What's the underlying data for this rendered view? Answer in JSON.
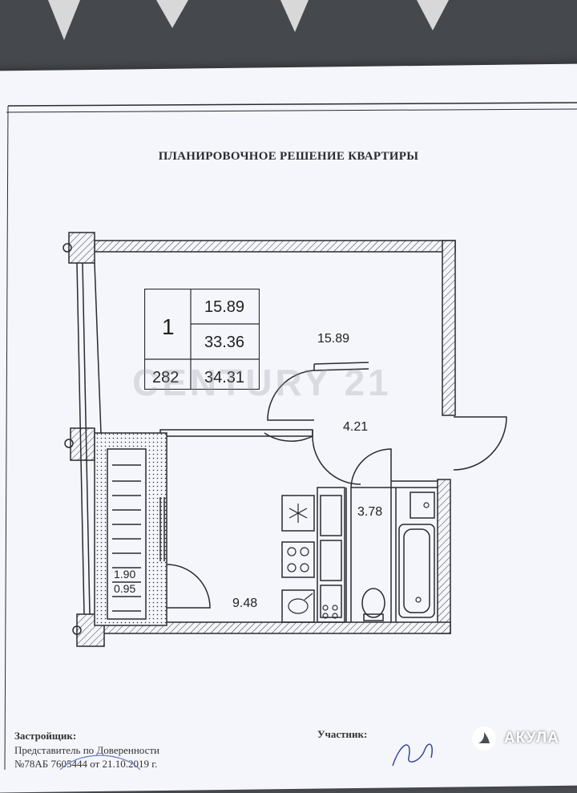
{
  "title": "ПЛАНИРОВОЧНОЕ РЕШЕНИЕ КВАРТИРЫ",
  "area_table": {
    "rooms": "1",
    "living_area": "15.89",
    "total_area": "33.36",
    "number": "282",
    "total_with_balcony": "34.31"
  },
  "rooms": {
    "living_room": "15.89",
    "hallway": "4.21",
    "bathroom": "3.78",
    "kitchen": "9.48",
    "balcony_area": "1.90",
    "balcony_coef": "0.95"
  },
  "watermark": "CENTURY 21",
  "footer": {
    "developer_label": "Застройщик:",
    "representative": "Представитель по Доверенности",
    "power_of_attorney": "№78АБ 7605444 от 21.10.2019 г.",
    "participant_label": "Участник:"
  },
  "logo": {
    "text": "АКУЛА",
    "icon": "shark-fin-icon"
  },
  "colors": {
    "paper": "#f4f6fb",
    "lines": "#2a2a33",
    "background": "#4a4d52"
  }
}
